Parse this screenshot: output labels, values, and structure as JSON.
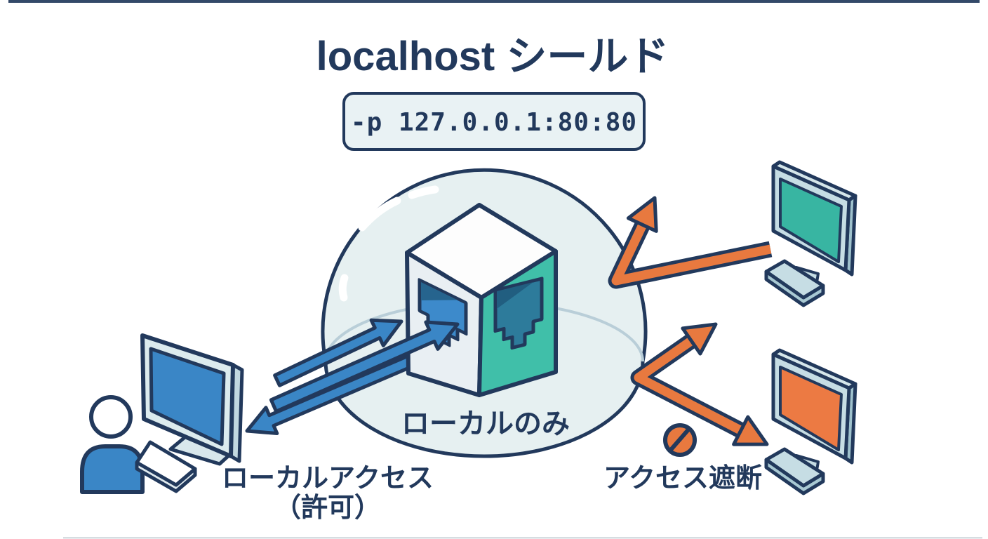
{
  "diagram": {
    "title": "localhost シールド",
    "command": "-p 127.0.0.1:80:80",
    "shield_label": "ローカルのみ",
    "local_access_label_line1": "ローカルアクセス",
    "local_access_label_line2": "（許可）",
    "blocked_label": "アクセス遮断"
  },
  "icons": [
    "shield-dome-icon",
    "container-cube-icon",
    "ethernet-port-left-icon",
    "ethernet-port-right-icon",
    "local-user-icon",
    "local-computer-icon",
    "remote-computer-top-icon",
    "remote-computer-blocked-icon",
    "allowed-request-arrow-icon",
    "allowed-response-arrow-icon",
    "blocked-arrow-top-icon",
    "blocked-arrow-bottom-icon",
    "prohibition-icon"
  ],
  "colors": {
    "outline_navy": "#22395c",
    "allowed_blue": "#3a86c6",
    "cube_teal": "#40bfa9",
    "blocked_orange": "#e8793f",
    "dome_fill": "#e6f0f1",
    "monitor_frame": "#c6dde4",
    "cube_left_face": "#e9eff3",
    "port_blue": "#3d8acb",
    "port_steel": "#2d7b9b",
    "code_box_bg": "#e9f2f4",
    "remote_screen_teal": "#38b5a2",
    "remote_screen_orange": "#ec7a43"
  }
}
